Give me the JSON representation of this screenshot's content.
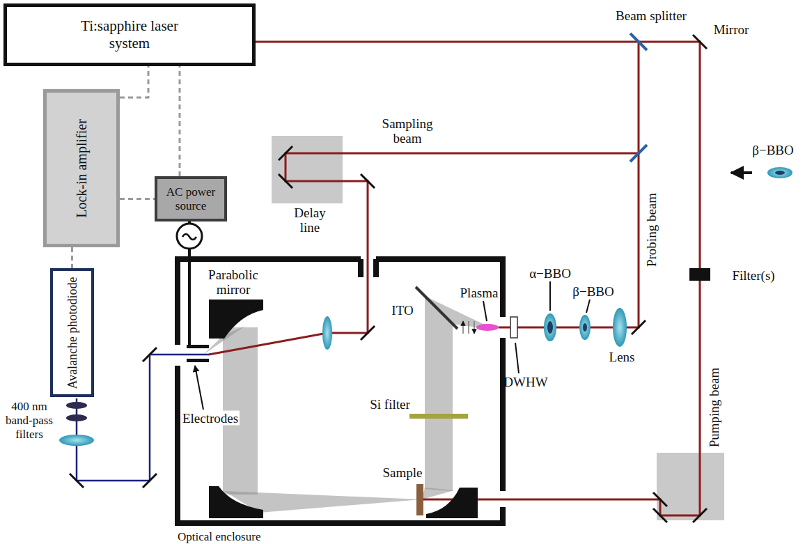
{
  "diagram": {
    "nodes": [
      {
        "text": [
          "Ti:sapphire laser system"
        ]
      },
      {
        "text": [
          "Lock-in amplifier"
        ]
      },
      {
        "text": [
          "AC power source"
        ]
      },
      {
        "text": [
          "Avalanche photodiode"
        ]
      },
      {
        "text": [
          "Optical enclosure"
        ]
      }
    ],
    "edges": [
      {
        "from": 1,
        "to": 0,
        "arrow": "none"
      },
      {
        "from": 2,
        "to": 0,
        "arrow": "none"
      },
      {
        "from": 1,
        "to": 2,
        "arrow": "none"
      },
      {
        "from": 1,
        "to": 3,
        "arrow": "none"
      }
    ],
    "labels": [
      "Beam splitter",
      "Mirror",
      "β−BBO",
      "Sampling beam",
      "Probing beam",
      "Delay line",
      "α−BBO",
      "β−BBO",
      "Filter(s)",
      "Parabolic mirror",
      "Plasma",
      "ITO",
      "Si filter",
      "DWHW",
      "Lens",
      "Pumping beam",
      "Electrodes",
      "Sample",
      "400 nm band-pass filters"
    ]
  }
}
